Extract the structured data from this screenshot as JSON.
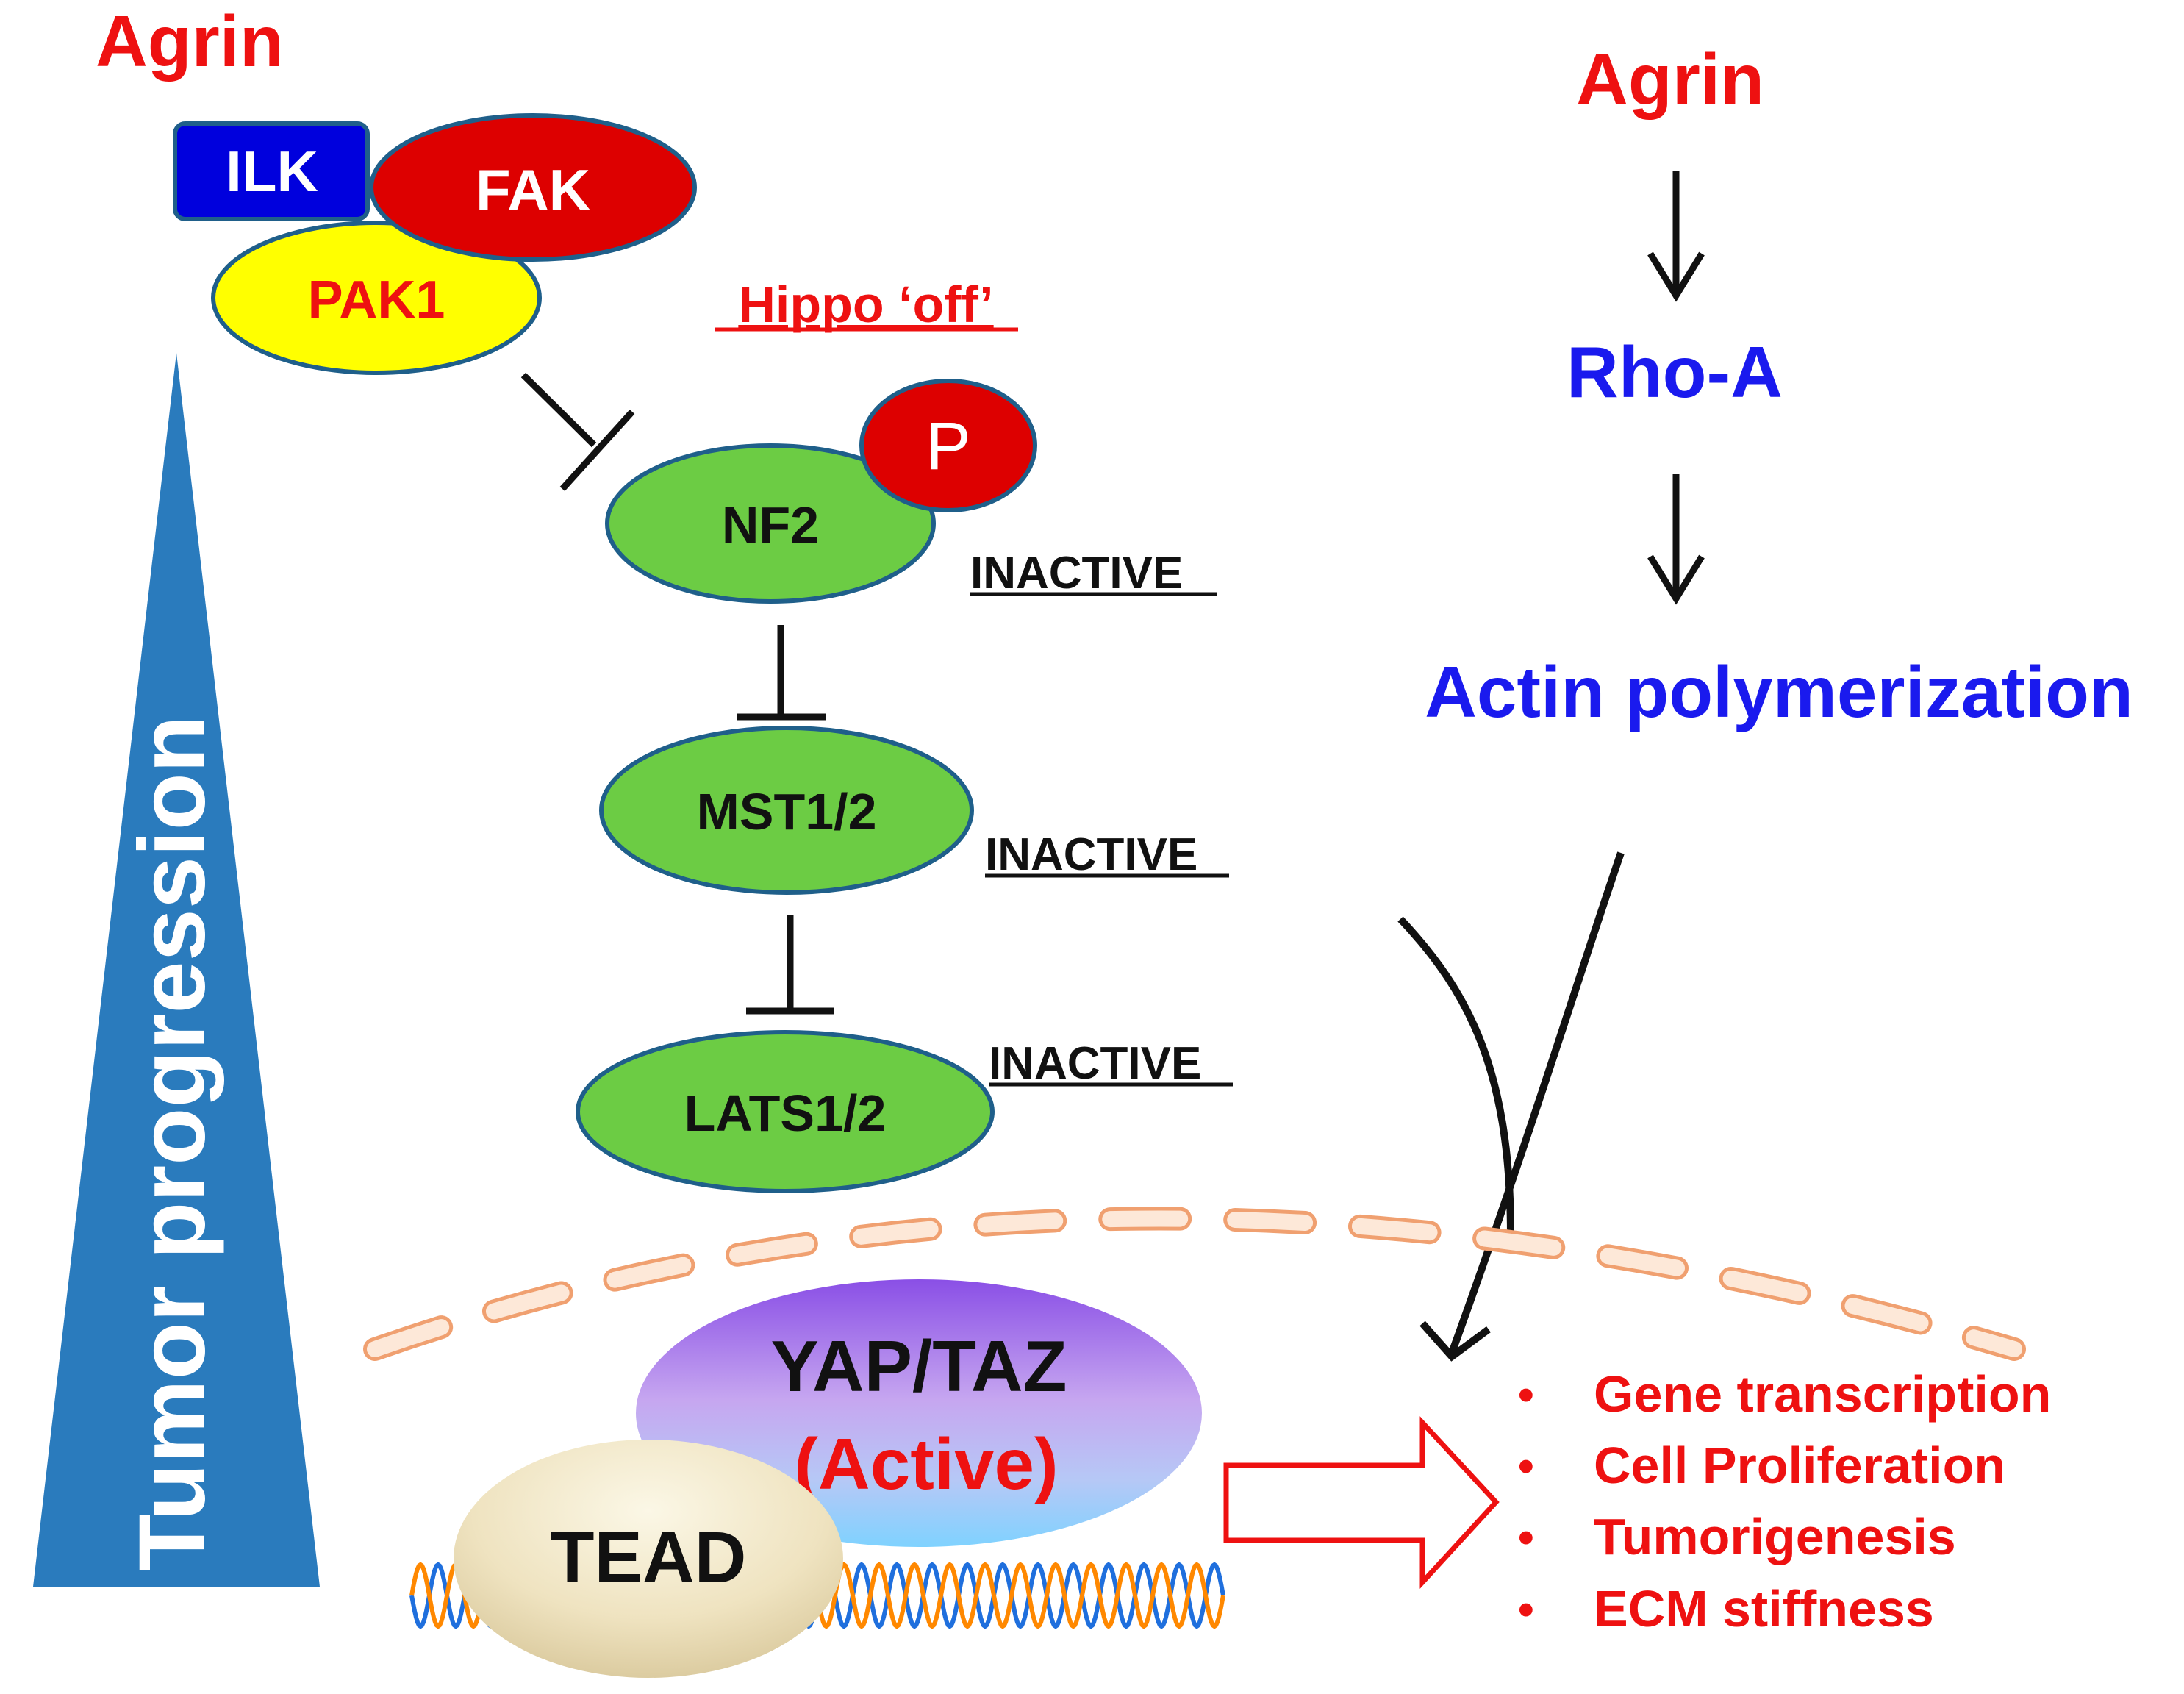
{
  "colors": {
    "red": "#ee1111",
    "blue": "#1a1aee",
    "green": "#6ccc44",
    "green_stroke": "#1f5f8a",
    "yellow": "#ffff00",
    "dark_red": "#dd0000",
    "ilk_blue": "#0000dd",
    "triangle_blue": "#2a7bbd",
    "membrane_fill": "#fde8d8",
    "membrane_stroke": "#f0a070",
    "dna_blue": "#1f6fdd",
    "dna_orange": "#ff8800"
  },
  "left": {
    "agrin_label": "Agrin",
    "ilk_label": "ILK",
    "fak_label": "FAK",
    "pak1_label": "PAK1",
    "tumor_progression_label": "Tumor progression"
  },
  "hippo": {
    "title": "Hippo ‘off’",
    "phospho_label": "P",
    "nf2_label": "NF2",
    "mst_label": "MST1/2",
    "lats_label": "LATS1/2",
    "nf2_status": "INACTIVE",
    "mst_status": "INACTIVE",
    "lats_status": "INACTIVE"
  },
  "right": {
    "agrin_label": "Agrin",
    "rhoa_label": "Rho-A",
    "actin_label": "Actin polymerization"
  },
  "nucleus": {
    "yap_label": "YAP/TAZ",
    "yap_state": "(Active)",
    "tead_label": "TEAD"
  },
  "outcomes": {
    "bullet": "•",
    "items": [
      "Gene transcription",
      "Cell Proliferation",
      "Tumorigenesis",
      "ECM stiffness"
    ]
  }
}
